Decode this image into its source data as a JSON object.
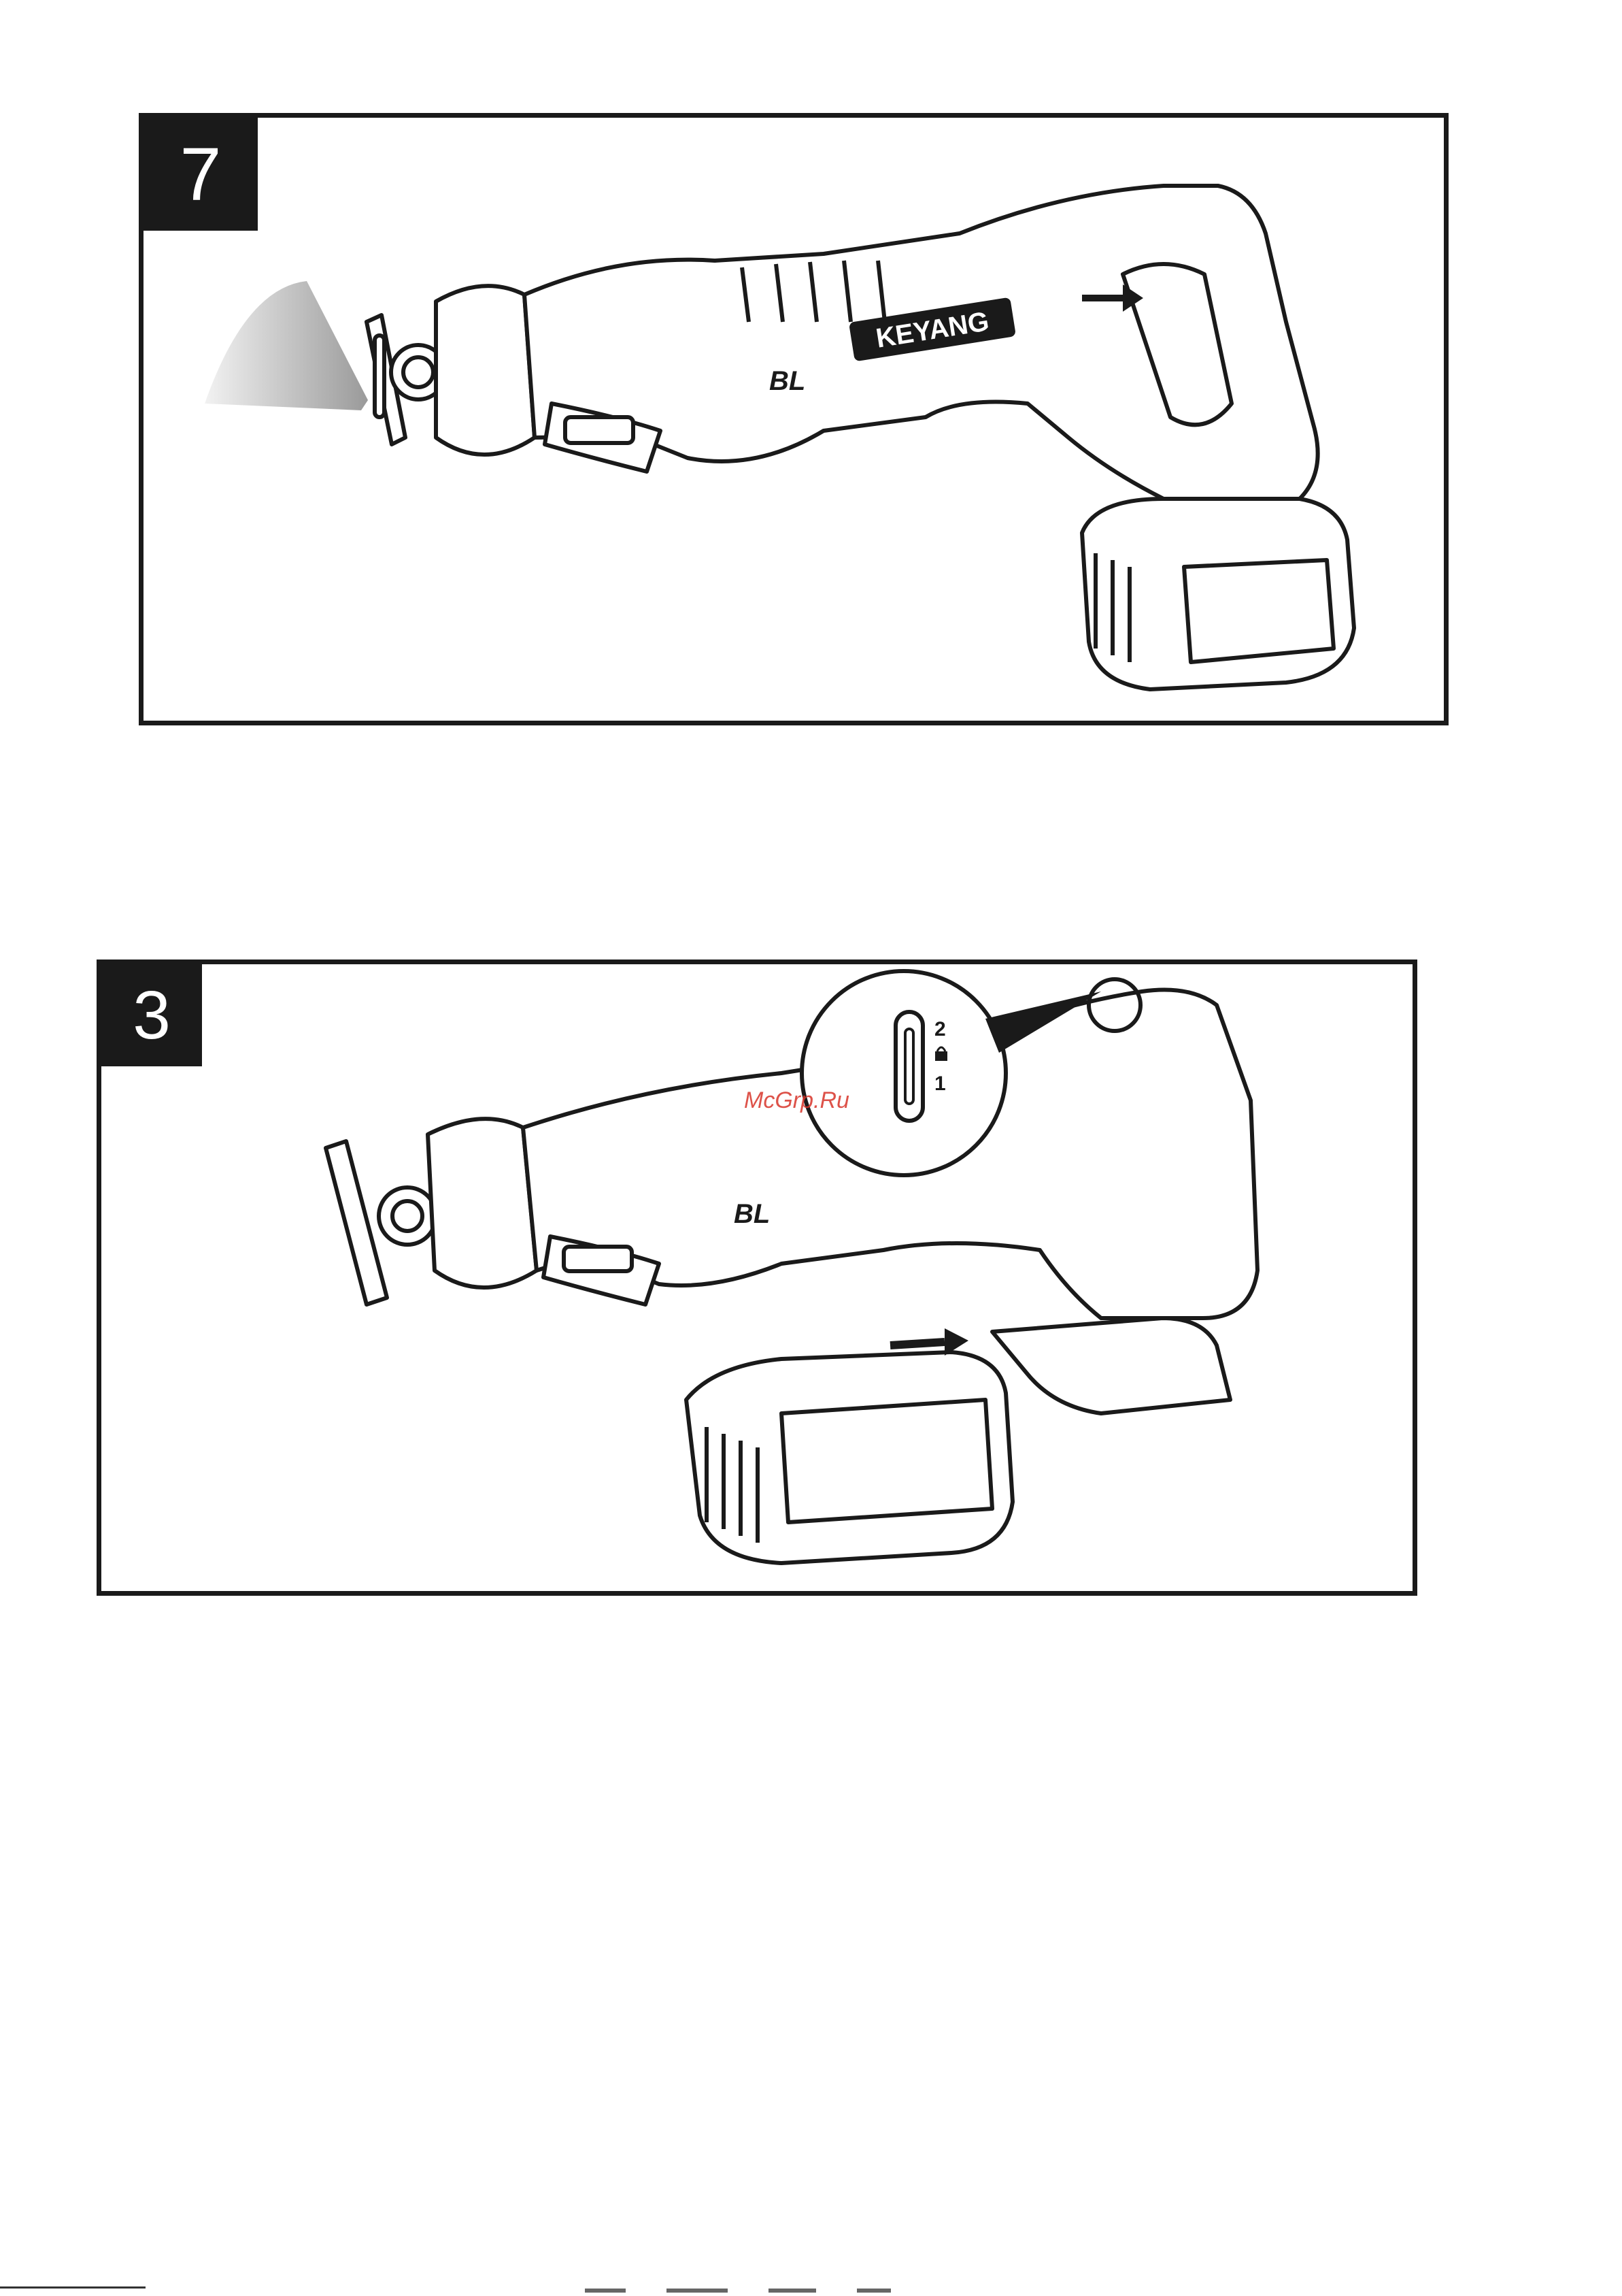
{
  "figures": [
    {
      "step_number": "7",
      "brand_label": "KEYANG",
      "series_badge": "BL"
    },
    {
      "step_number": "3",
      "series_badge": "BL",
      "switch_positions": [
        "2",
        "1"
      ],
      "lock_icon": "padlock-icon"
    }
  ],
  "watermark": "McGrp.Ru",
  "colors": {
    "ink": "#1a1a1a",
    "watermark": "#d8342a"
  }
}
